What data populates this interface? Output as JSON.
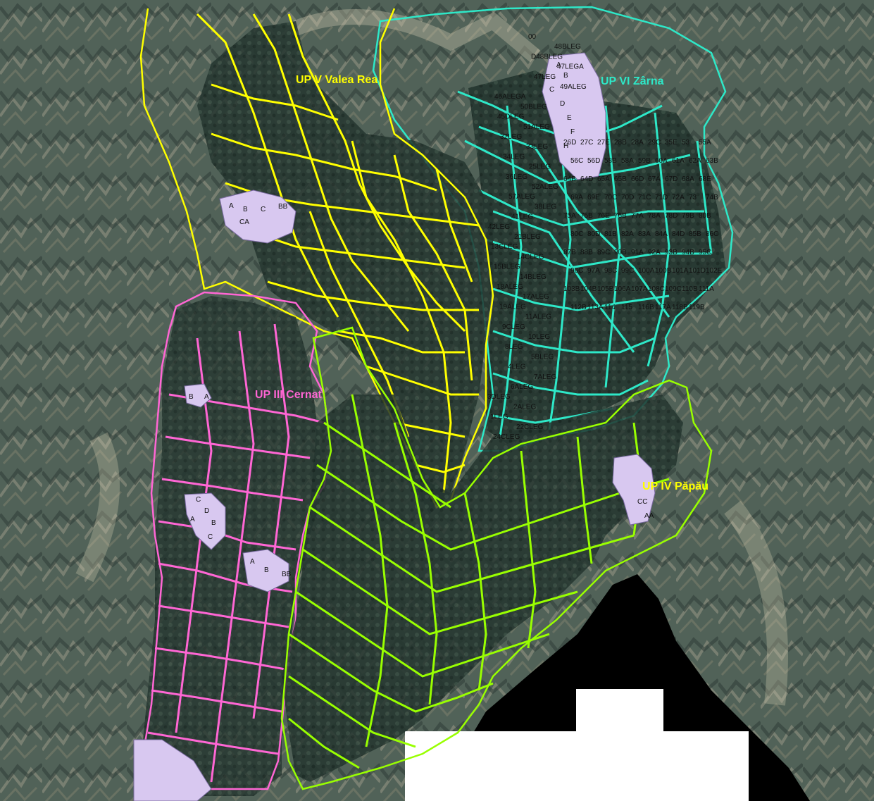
{
  "map": {
    "units": [
      {
        "id": "up-v",
        "name": "UP V Valea Rea",
        "color": "#ffff00"
      },
      {
        "id": "up-vi",
        "name": "UP VI Zârna",
        "color": "#2ee8c8"
      },
      {
        "id": "up-iii",
        "name": "UP III Cernat",
        "color": "#ff66d4"
      },
      {
        "id": "up-iv",
        "name": "UP IV Păpău",
        "color": "#99ff00"
      }
    ],
    "parcel_labels": [
      "00",
      "48BLEG",
      "D48BLEG",
      "47LEGA",
      "47LEG",
      "49ALEG",
      "46ALEGA",
      "50BLEG",
      "45DLEG",
      "51ALEG",
      "32LEG",
      "33LEG",
      "34LEG",
      "25LEG",
      "36LEG",
      "52ALEG",
      "57ALEG",
      "38LEG",
      "41LEG",
      "42LEG",
      "21BLEG",
      "13CLEG",
      "14CLEG",
      "15BLEG",
      "14BLEG",
      "18ALEG",
      "17ALEG",
      "19ALEG",
      "11ALEG",
      "9CLEG",
      "10LEG",
      "8LEG",
      "5BLEG",
      "4LEG",
      "7ALEG",
      "6ALEG",
      "3DLEG",
      "2ALEG",
      "1LEG",
      "22CLEG",
      "24CLEG",
      "26D",
      "27C",
      "27E",
      "28B",
      "28A",
      "29C",
      "35E",
      "53",
      "55A",
      "56C",
      "56D",
      "58B",
      "58A",
      "59B",
      "60A",
      "61A",
      "62A",
      "63B",
      "64B",
      "64D",
      "65A",
      "65B",
      "66D",
      "67A",
      "67D",
      "68A",
      "68E",
      "69A",
      "69E",
      "70C",
      "70D",
      "71C",
      "71D",
      "72A",
      "73",
      "74B",
      "75A",
      "75B",
      "76E",
      "76B",
      "77A",
      "78A",
      "78D",
      "79B",
      "80B",
      "80C",
      "80D",
      "81B",
      "82A",
      "83A",
      "84A",
      "84D",
      "85B",
      "86C",
      "87B",
      "88B",
      "89C",
      "90B",
      "91A",
      "92A",
      "93B",
      "94B",
      "95C",
      "96C",
      "97A",
      "98C",
      "99C",
      "100A",
      "100B",
      "101A",
      "101D",
      "102E",
      "103B",
      "104B",
      "105B",
      "106A",
      "107A",
      "108C",
      "109C",
      "110B",
      "111A",
      "112B",
      "113A",
      "114",
      "115",
      "116B",
      "117A",
      "118B",
      "119B"
    ],
    "compartment_letters": [
      "A",
      "B",
      "C",
      "D",
      "E",
      "F",
      "H",
      "A",
      "B",
      "C",
      "BB",
      "CA",
      "B",
      "A",
      "C",
      "D",
      "A",
      "B",
      "C",
      "A",
      "B",
      "BB",
      "CC",
      "AA"
    ]
  }
}
